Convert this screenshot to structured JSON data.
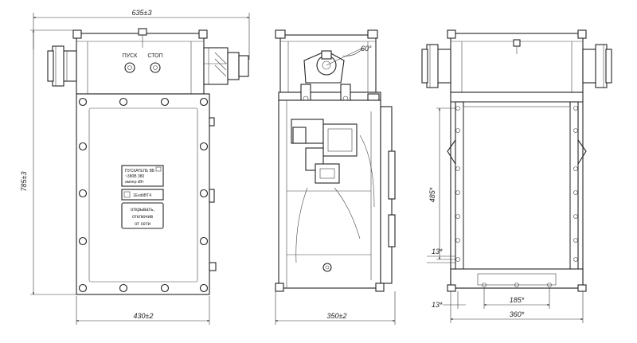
{
  "dimensions": {
    "overall_width": "635±3",
    "overall_height": "785±3",
    "body_width": "430±2",
    "side_depth": "350±2",
    "mount_height": "485*",
    "mount_offset_vertical": "13*",
    "mount_offset_horizontal": "13*",
    "mount_spacing": "185*",
    "mount_width": "360*",
    "angle": "60°"
  },
  "labels": {
    "start": "ПУСК",
    "stop": "СТОП"
  },
  "plates": {
    "rating_title": "ПУСКАТЕЛЬ ВБ",
    "rating_line2": "~380В    380",
    "rating_line3": "ампер       кВт",
    "ex_marking": "1ExdⅡBT4",
    "warning_line1": "открывать,",
    "warning_line2": "отключив",
    "warning_line3": "от сети"
  }
}
